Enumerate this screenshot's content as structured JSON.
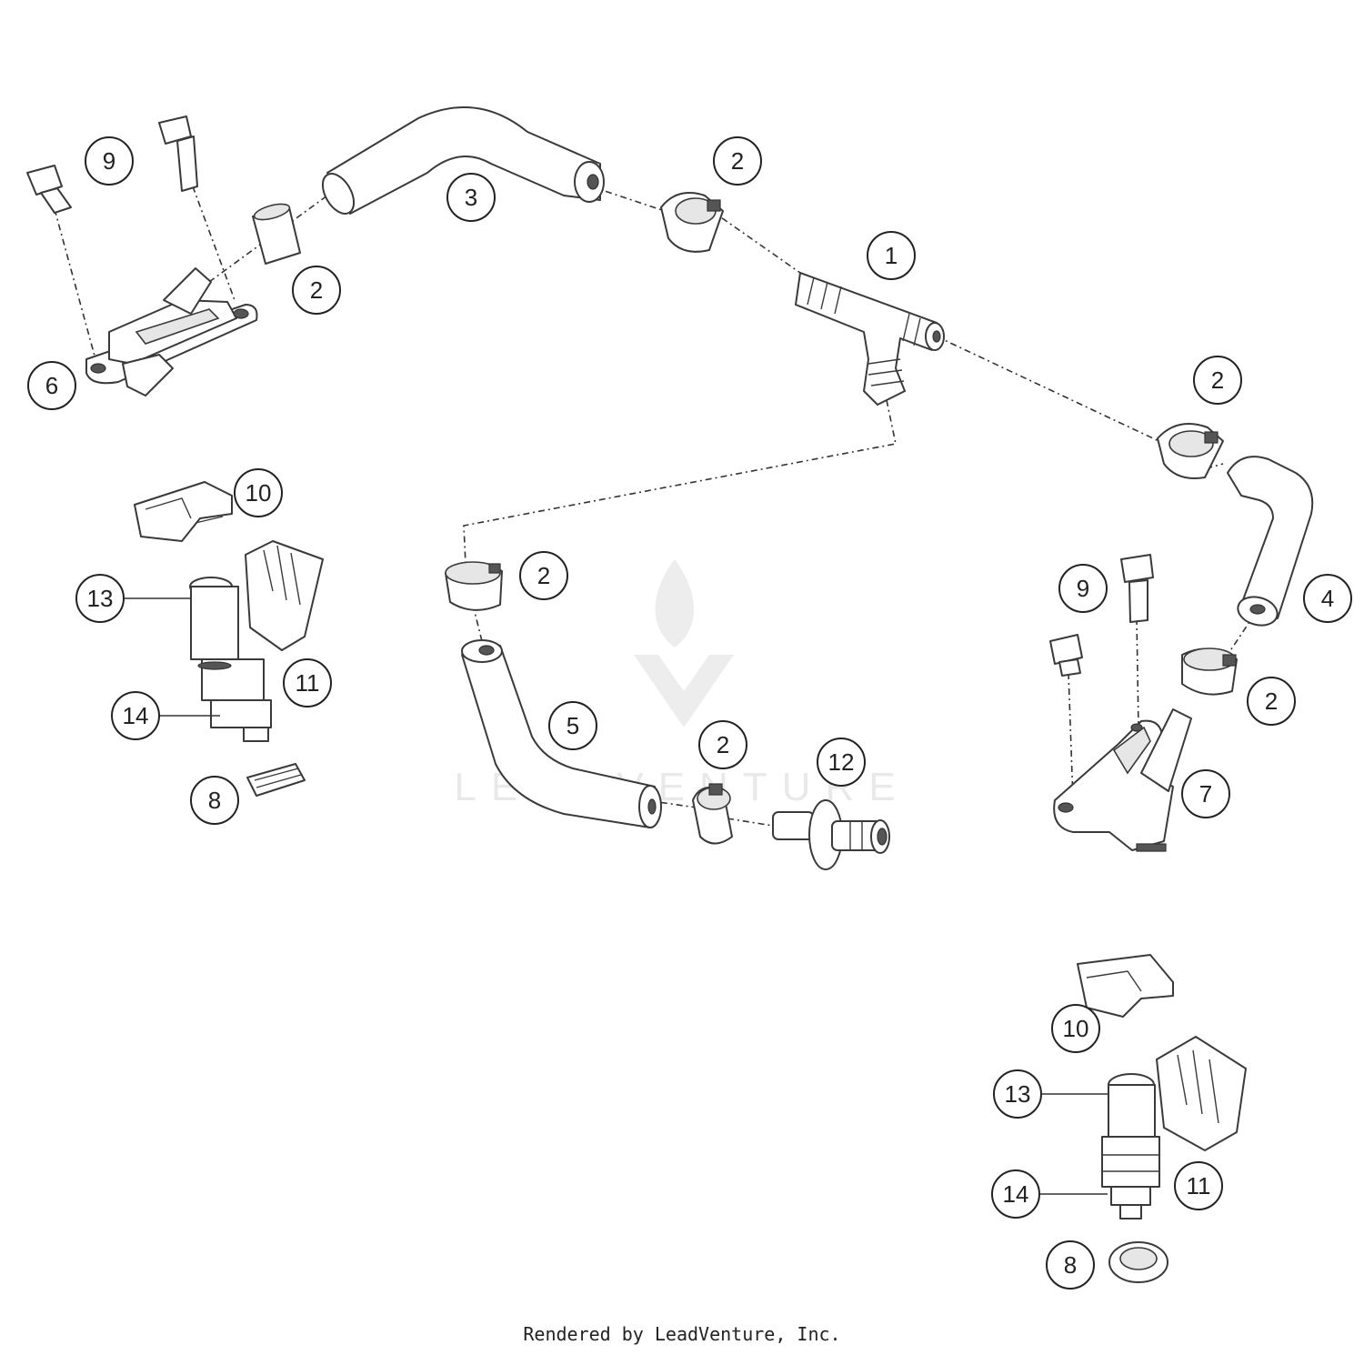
{
  "watermark": {
    "text": "LEADVENTURE"
  },
  "footer": {
    "text": "Rendered by LeadVenture, Inc."
  },
  "callouts": [
    {
      "id": "c1",
      "label": "1"
    },
    {
      "id": "c2a",
      "label": "2"
    },
    {
      "id": "c2b",
      "label": "2"
    },
    {
      "id": "c2c",
      "label": "2"
    },
    {
      "id": "c2d",
      "label": "2"
    },
    {
      "id": "c2e",
      "label": "2"
    },
    {
      "id": "c2f",
      "label": "2"
    },
    {
      "id": "c3",
      "label": "3"
    },
    {
      "id": "c4",
      "label": "4"
    },
    {
      "id": "c5",
      "label": "5"
    },
    {
      "id": "c6",
      "label": "6"
    },
    {
      "id": "c7",
      "label": "7"
    },
    {
      "id": "c8a",
      "label": "8"
    },
    {
      "id": "c8b",
      "label": "8"
    },
    {
      "id": "c9a",
      "label": "9"
    },
    {
      "id": "c9b",
      "label": "9"
    },
    {
      "id": "c10a",
      "label": "10"
    },
    {
      "id": "c10b",
      "label": "10"
    },
    {
      "id": "c11a",
      "label": "11"
    },
    {
      "id": "c11b",
      "label": "11"
    },
    {
      "id": "c12",
      "label": "12"
    },
    {
      "id": "c13a",
      "label": "13"
    },
    {
      "id": "c13b",
      "label": "13"
    },
    {
      "id": "c14a",
      "label": "14"
    },
    {
      "id": "c14b",
      "label": "14"
    }
  ]
}
